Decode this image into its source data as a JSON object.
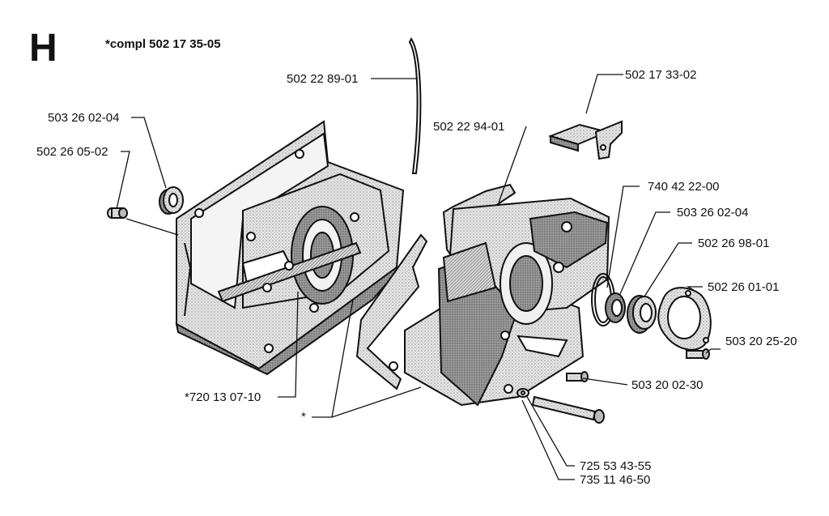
{
  "header": {
    "section_letter": "H",
    "complete_assembly": "*compl 502 17 35-05"
  },
  "parts": {
    "p1": "502 22 89-01",
    "p2": "502 17 33-02",
    "p3": "503 26 02-04",
    "p4": "502 26 05-02",
    "p5": "502 22 94-01",
    "p6": "740 42 22-00",
    "p7": "503 26 02-04",
    "p8": "502 26 98-01",
    "p9": "502 26 01-01",
    "p10": "503 20 25-20",
    "p11": "503 20 02-30",
    "p12": "*720 13 07-10",
    "p13": "*",
    "p14": "725 53 43-55",
    "p15": "735 11 46-50"
  },
  "colors": {
    "ink": "#111111",
    "shade": "#bdbdbd",
    "dark": "#555555"
  }
}
